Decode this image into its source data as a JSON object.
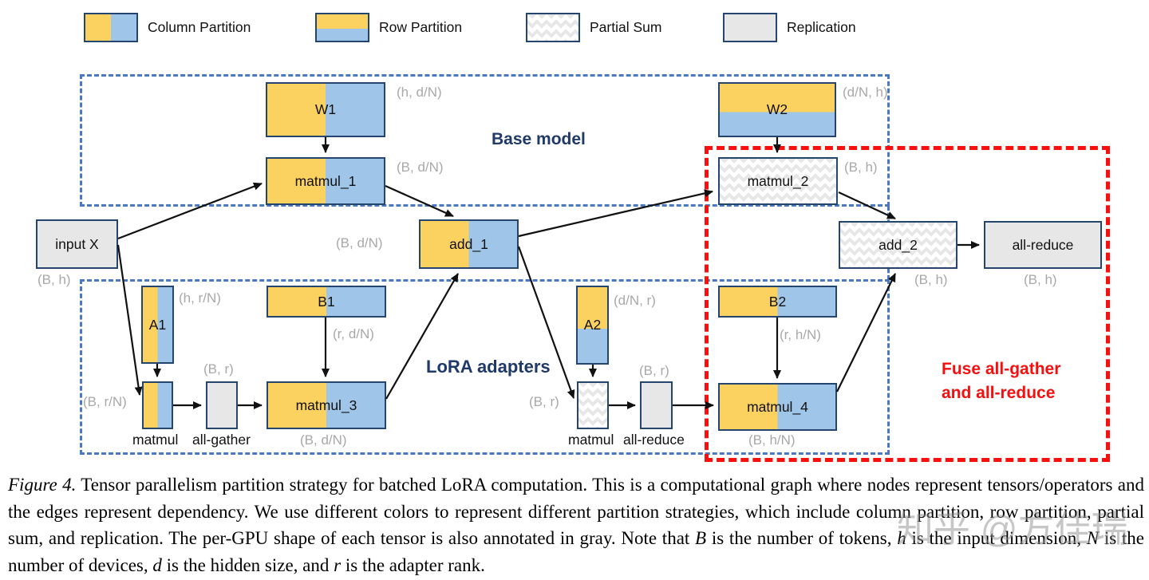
{
  "legend": {
    "items": [
      {
        "label": "Column Partition",
        "type": "column"
      },
      {
        "label": "Row Partition",
        "type": "row"
      },
      {
        "label": "Partial Sum",
        "type": "partial-sum"
      },
      {
        "label": "Replication",
        "type": "replication"
      }
    ]
  },
  "regions": {
    "base_model_label": "Base model",
    "lora_adapters_label": "LoRA adapters",
    "fuse_label_line1": "Fuse all-gather",
    "fuse_label_line2": "and all-reduce"
  },
  "nodes": {
    "input_x": {
      "label": "input X",
      "partition": "replication"
    },
    "w1": {
      "label": "W1",
      "partition": "column"
    },
    "matmul_1": {
      "label": "matmul_1",
      "partition": "column"
    },
    "add_1": {
      "label": "add_1",
      "partition": "column"
    },
    "w2": {
      "label": "W2",
      "partition": "row"
    },
    "matmul_2": {
      "label": "matmul_2",
      "partition": "partial-sum"
    },
    "add_2": {
      "label": "add_2",
      "partition": "partial-sum"
    },
    "all_reduce": {
      "label": "all-reduce",
      "partition": "replication"
    },
    "a1": {
      "label": "A1",
      "partition": "column"
    },
    "matmul_a1": {
      "label": "matmul",
      "partition": "column"
    },
    "all_gather": {
      "label": "all-gather",
      "partition": "replication"
    },
    "b1": {
      "label": "B1",
      "partition": "column"
    },
    "matmul_3": {
      "label": "matmul_3",
      "partition": "column"
    },
    "a2": {
      "label": "A2",
      "partition": "row"
    },
    "matmul_a2": {
      "label": "matmul",
      "partition": "partial-sum"
    },
    "all_reduce_small": {
      "label": "all-reduce",
      "partition": "replication"
    },
    "b2": {
      "label": "B2",
      "partition": "column"
    },
    "matmul_4": {
      "label": "matmul_4",
      "partition": "column"
    }
  },
  "shape_labels": {
    "w1": "(h, d/N)",
    "matmul_1": "(B, d/N)",
    "w2": "(d/N, h)",
    "matmul_2": "(B, h)",
    "input_x": "(B, h)",
    "add_1": "(B, d/N)",
    "add_2": "(B, h)",
    "all_reduce": "(B, h)",
    "a1": "(h, r/N)",
    "matmul_a1": "(B, r/N)",
    "all_gather": "(B, r)",
    "b1": "(r, d/N)",
    "matmul_3": "(B, d/N)",
    "a2": "(d/N, r)",
    "matmul_a2": "(B, r)",
    "all_reduce_small": "(B, r)",
    "b2": "(r, h/N)",
    "matmul_4": "(B, h/N)"
  },
  "caption": {
    "parts": [
      {
        "text": "Figure 4.",
        "italic": true
      },
      {
        "text": " Tensor parallelism partition strategy for batched LoRA computation. This is a computational graph where nodes represent tensors/operators and the edges represent dependency. We use different colors to represent different partition strategies, which include column partition, row partition, partial sum, and replication. The per-GPU shape of each tensor is also annotated in gray. Note that ",
        "italic": false
      },
      {
        "text": "B",
        "italic": true
      },
      {
        "text": " is the number of tokens, ",
        "italic": false
      },
      {
        "text": "h",
        "italic": true
      },
      {
        "text": " is the input dimension, ",
        "italic": false
      },
      {
        "text": "N",
        "italic": true
      },
      {
        "text": " is the number of devices, ",
        "italic": false
      },
      {
        "text": "d",
        "italic": true
      },
      {
        "text": " is the hidden size, and ",
        "italic": false
      },
      {
        "text": "r",
        "italic": true
      },
      {
        "text": " is the adapter rank.",
        "italic": false
      }
    ]
  },
  "watermark": "知乎 @方佳瑞",
  "colors": {
    "partition_yellow": "#FBD160",
    "partition_blue": "#9FC5E8",
    "replication_gray": "#E8E7E7",
    "node_border_navy": "#24466E",
    "dashed_region_blue": "#4B79C0",
    "dashed_region_red": "#FA0F0F",
    "region_label_navy": "#1F3A68",
    "fuse_label_red": "#F50F0F",
    "shape_label_gray": "#A9A9A9"
  }
}
